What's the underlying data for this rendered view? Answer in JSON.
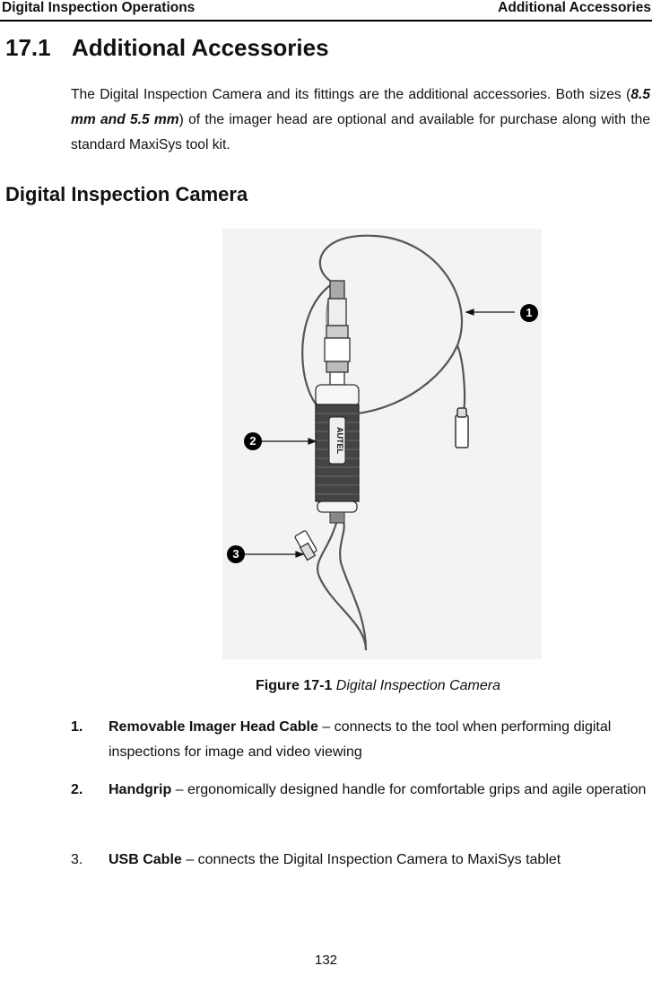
{
  "header": {
    "left": "Digital Inspection Operations",
    "right": "Additional Accessories"
  },
  "section": {
    "number": "17.1",
    "title": "Additional Accessories"
  },
  "intro": {
    "part1": "The Digital Inspection Camera and its fittings are the additional accessories. Both sizes (",
    "sizes": "8.5 mm and 5.5 mm",
    "part2": ") of the imager head are optional and available for purchase along with the standard MaxiSys tool kit."
  },
  "subheading": "Digital Inspection Camera",
  "figure": {
    "brand_text": "AUTEL",
    "callouts": [
      "1",
      "2",
      "3"
    ],
    "caption_label": "Figure 17-1",
    "caption_title": "Digital Inspection Camera"
  },
  "list": [
    {
      "number": "1.",
      "term": "Removable Imager Head Cable",
      "text": " – connects to the tool when performing digital inspections for image and video viewing"
    },
    {
      "number": "2.",
      "term": "Handgrip",
      "text": " – ergonomically designed handle for comfortable grips and agile operation"
    },
    {
      "number": "3.",
      "term": "USB Cable",
      "text": " – connects the Digital Inspection Camera to MaxiSys tablet"
    }
  ],
  "page_number": "132"
}
